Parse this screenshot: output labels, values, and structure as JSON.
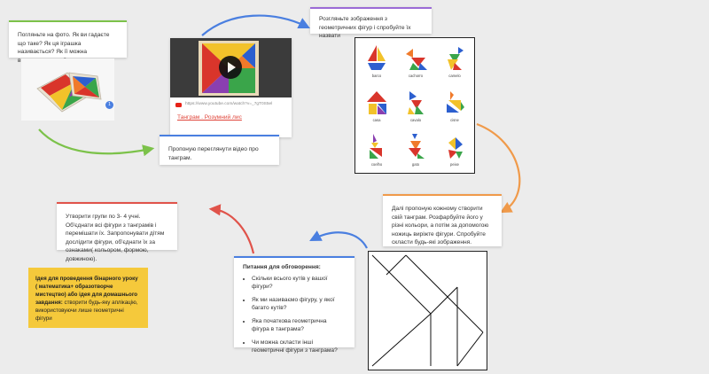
{
  "colors": {
    "green": "#7cc24a",
    "purple": "#9b6bd6",
    "blue": "#4a7fe0",
    "orange": "#f09a4a",
    "red": "#e0534a",
    "sticky": "#f5c93b"
  },
  "cards": {
    "intro": "Погляньте на фото. Як ви гадаєте що таке? Як ця іграшка називається? Як її можна використовувати?",
    "look": "Розгляньте зображення з геометричних фігур і спробуйте їх назвати",
    "video_suggest": "Пропоную переглянути відео про танграм.",
    "create": "Далі пропоную кожному створити свій танграм. Розфарбуйте його у різні кольори, а потім за допомогою ножиць виріжте фігури. Спробуйте скласти будь-які зображення.",
    "groups": "Утворити групи по 3- 4 учні. Об'єднати всі фігури з танграмів і перемішати їх. Запропонувати дітям дослідити фігури, об'єднати їх за ознаками( кольором, формою, довжиною)."
  },
  "video": {
    "url": "https://www.youtube.com/watch?v=_7gT0S5el",
    "title": "Танграм . Розумний лис"
  },
  "photo_badge": "1",
  "questions": {
    "title": "Питання для обговорення:",
    "items": [
      "Скільки всього кутів у вашої фігури?",
      "Як ми називаємо фігуру, у якої багато кутів?",
      "Яка початкова геометрична фігура в танграма?",
      "Чи можна скласти інші геометричні фігури з танграма?"
    ]
  },
  "sticky": {
    "bold": "Ідея для проведення бінарного уроку ( математика+ образотворче мистецтво) або ідея для домашнього завдання:",
    "text": "створити будь-яку аплікацію, використовуючи лише геометричні фігури"
  },
  "gallery": [
    "barco",
    "cachorro",
    "camelo",
    "casa",
    "cavalo",
    "cisne",
    "coelho",
    "gato",
    "peixe"
  ]
}
